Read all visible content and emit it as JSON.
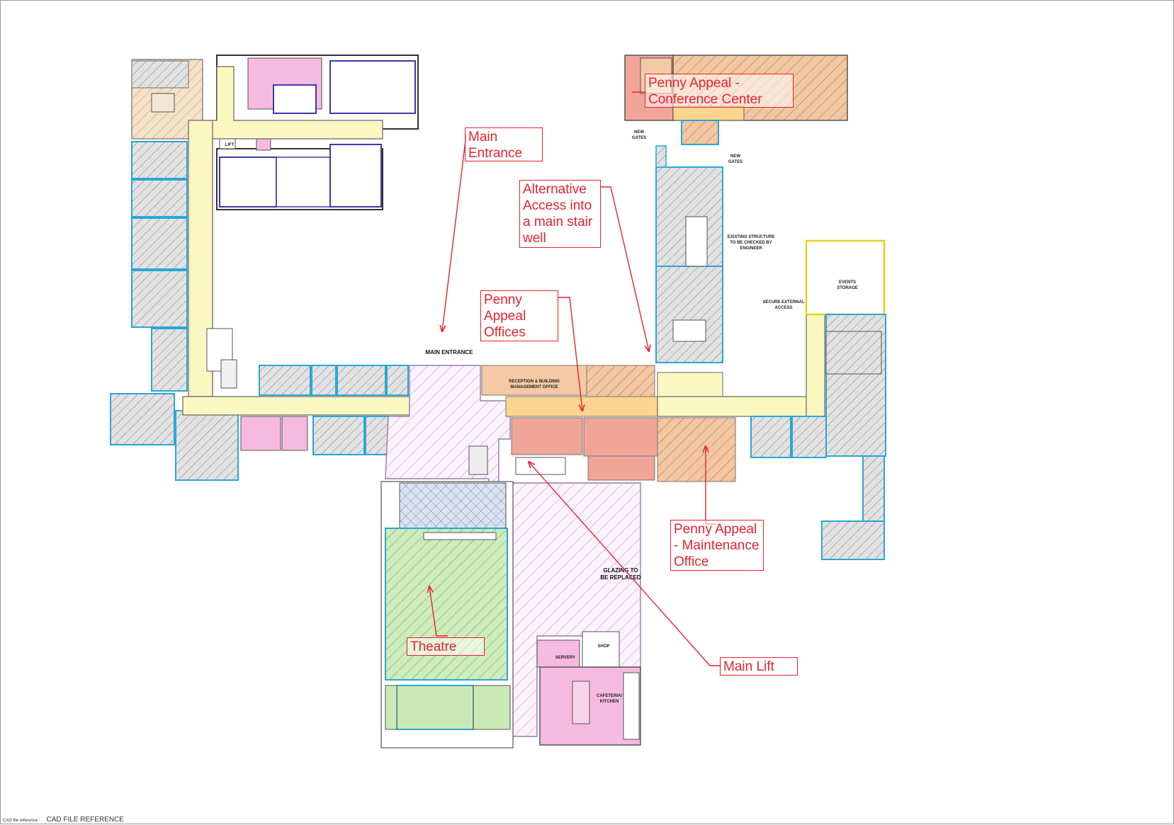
{
  "callouts": {
    "main_entrance": "Main\nEntrance",
    "alternative_access": "Alternative\nAccess into\na main stair\nwell",
    "penny_offices": "Penny\nAppeal\nOffices",
    "conference_center": "Penny Appeal -\nConference Center",
    "maintenance_office": "Penny Appeal\n- Maintenance\nOffice",
    "theatre": "Theatre",
    "main_lift": "Main Lift"
  },
  "plan_labels": {
    "main_entrance": "MAIN ENTRANCE",
    "new_gates_1": [
      "NEW",
      "GATES"
    ],
    "new_gates_2": [
      "NEW",
      "GATES"
    ],
    "existing_structure": [
      "EXISTING STRUCTURE",
      "TO BE CHECKED BY",
      "ENGINEER"
    ],
    "events_storage": [
      "EVENTS",
      "STORAGE"
    ],
    "secure_access": [
      "SECURE EXTERNAL",
      "ACCESS"
    ],
    "glazing": [
      "GLAZING TO",
      "BE REPLACED"
    ],
    "shop": "SHOP",
    "servery": "SERVERY",
    "cafeteria": [
      "CAFETERIA/",
      "KITCHEN"
    ],
    "lift": "LIFT",
    "reception": [
      "RECEPTION & BUILDING",
      "MANAGEMENT OFFICE"
    ]
  },
  "footer": {
    "small": "CAD file reference",
    "large": "CAD FILE REFERENCE"
  },
  "colors": {
    "callout": "#e8222f",
    "corridor": "#fbf7c0",
    "grey_hatch": "#cfcfcf",
    "pink": "#f6b9df",
    "orange": "#f4c9a4",
    "salmon": "#f0a598",
    "green": "#c9eab6",
    "lilac": "#efe0f3",
    "blue_outline": "#2aa7d8",
    "yellow_outline": "#e5d21c"
  }
}
